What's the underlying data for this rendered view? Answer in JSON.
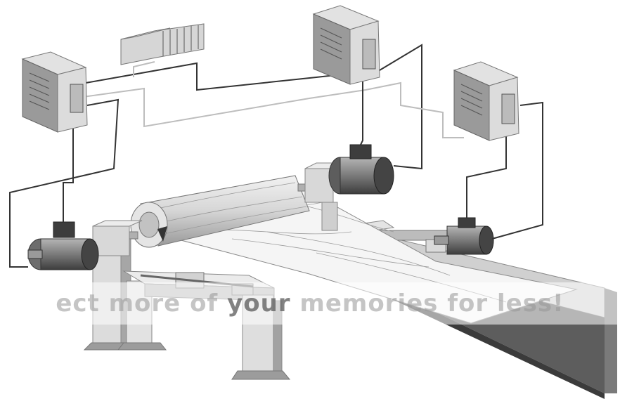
{
  "watermark": {
    "lead": "ect more of ",
    "emphasis": "your",
    "tail": " memories for less!",
    "text_color": "#9a9a9a"
  },
  "colors": {
    "drive_body": "#c9c9c9",
    "drive_side": "#8e8e8e",
    "motor_body": "#8c8c8c",
    "motor_dark": "#3a3a3a",
    "frame": "#d6d6d6",
    "frame_shadow": "#9c9c9c",
    "wire_dark": "#333333",
    "wire_light": "#bdbdbd",
    "table_top": "#cfcfcf",
    "table_side": "#5a5a5a",
    "paper": "#f4f4f4"
  },
  "components": {
    "plc": "plc-rack",
    "drives": [
      "servo-drive-left",
      "servo-drive-center",
      "servo-drive-right"
    ],
    "motors": [
      "unwind-motor-left",
      "nip-motor-center",
      "traverse-motor-right"
    ]
  }
}
